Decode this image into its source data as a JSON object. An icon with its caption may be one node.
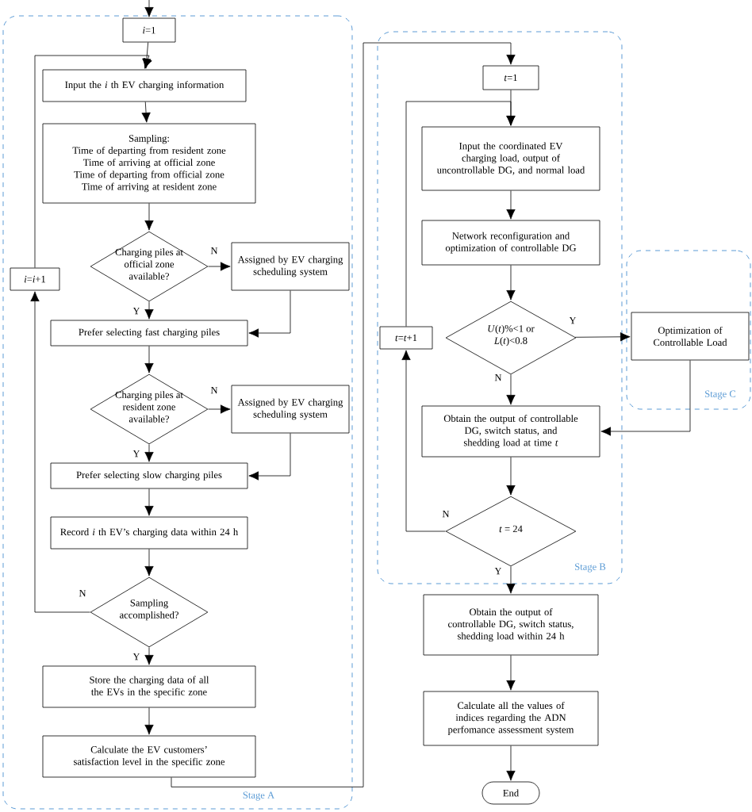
{
  "diagram": {
    "nodes": [
      {
        "text": [
          "Stage A"
        ]
      },
      {
        "text": [
          "Stage B"
        ]
      },
      {
        "text": [
          "Stage C"
        ]
      },
      {
        "text": [
          "*i*=1"
        ],
        "in": 0
      },
      {
        "text": [
          "Input the *i* th EV charging information"
        ],
        "in": 0
      },
      {
        "text": [
          "Sampling:",
          "Time of departing from resident zone",
          "Time of arriving at official zone",
          "Time of departing from official zone",
          "Time of arriving at resident zone"
        ],
        "in": 0
      },
      {
        "text": [
          "Charging piles at official zone available?"
        ],
        "in": 0
      },
      {
        "text": [
          "Assigned by EV charging scheduling system"
        ],
        "in": 0
      },
      {
        "text": [
          "Prefer selecting fast charging piles"
        ],
        "in": 0
      },
      {
        "text": [
          "Charging piles at resident zone available?"
        ],
        "in": 0
      },
      {
        "text": [
          "Assigned by EV charging scheduling system"
        ],
        "in": 0
      },
      {
        "text": [
          "Prefer selecting slow charging piles"
        ],
        "in": 0
      },
      {
        "text": [
          "Record *i* th EV’s charging data within 24 h"
        ],
        "in": 0
      },
      {
        "text": [
          "Sampling accomplished?"
        ],
        "in": 0
      },
      {
        "text": [
          "Store the charging data of all the EVs in the specific zone"
        ],
        "in": 0
      },
      {
        "text": [
          "Calculate the EV customers’ satisfaction level in the specific zone"
        ],
        "in": 0
      },
      {
        "text": [
          "*i*=*i*+1"
        ],
        "in": 0
      },
      {
        "text": [
          "*t*=1"
        ],
        "in": 1
      },
      {
        "text": [
          "Input the coordinated EV charging load, output of uncontrollable DG, and normal load"
        ],
        "in": 1
      },
      {
        "text": [
          "Network reconfiguration and optimization of controllable DG"
        ],
        "in": 1
      },
      {
        "text": [
          "*U*(*t*)%<1 or *L*(*t*)<0.8"
        ],
        "in": 1
      },
      {
        "text": [
          "Optimization of Controllable Load"
        ],
        "in": 2
      },
      {
        "text": [
          "*t*=*t*+1"
        ],
        "in": 1
      },
      {
        "text": [
          "Obtain the output of controllable DG, switch status, and shedding load at time *t*"
        ],
        "in": 1
      },
      {
        "text": [
          "*t* = 24"
        ],
        "in": 1
      },
      {
        "text": [
          "Obtain the output of controllable DG, switch status, shedding load within 24 h"
        ]
      },
      {
        "text": [
          "Calculate all the values of indices regarding the ADN perfomance assessment system"
        ]
      },
      {
        "text": [
          "End"
        ]
      }
    ],
    "edges": [
      {
        "from": null,
        "to": 3,
        "arrow": "to"
      },
      {
        "from": 3,
        "to": 4,
        "arrow": "to"
      },
      {
        "from": 16,
        "to": 4,
        "arrow": "to"
      },
      {
        "from": 4,
        "to": 5,
        "arrow": "to"
      },
      {
        "from": 5,
        "to": 6,
        "arrow": "to"
      },
      {
        "from": 6,
        "to": 7,
        "arrow": "to",
        "label": "N"
      },
      {
        "from": 6,
        "to": 8,
        "arrow": "to",
        "label": "Y"
      },
      {
        "from": 7,
        "to": 8,
        "arrow": "to"
      },
      {
        "from": 8,
        "to": 9,
        "arrow": "to"
      },
      {
        "from": 9,
        "to": 10,
        "arrow": "to",
        "label": "N"
      },
      {
        "from": 9,
        "to": 11,
        "arrow": "to",
        "label": "Y"
      },
      {
        "from": 10,
        "to": 11,
        "arrow": "to"
      },
      {
        "from": 11,
        "to": 12,
        "arrow": "to"
      },
      {
        "from": 12,
        "to": 13,
        "arrow": "to"
      },
      {
        "from": 13,
        "to": 16,
        "arrow": "to",
        "label": "N"
      },
      {
        "from": 13,
        "to": 14,
        "arrow": "to",
        "label": "Y"
      },
      {
        "from": 14,
        "to": 15,
        "arrow": "to"
      },
      {
        "from": 15,
        "to": 17,
        "arrow": "to"
      },
      {
        "from": 17,
        "to": 18,
        "arrow": "to"
      },
      {
        "from": 18,
        "to": 19,
        "arrow": "to"
      },
      {
        "from": 19,
        "to": 20,
        "arrow": "to"
      },
      {
        "from": 20,
        "to": 21,
        "arrow": "to",
        "label": "Y"
      },
      {
        "from": 20,
        "to": 23,
        "arrow": "to",
        "label": "N"
      },
      {
        "from": 21,
        "to": 23,
        "arrow": "to"
      },
      {
        "from": 23,
        "to": 24,
        "arrow": "to"
      },
      {
        "from": 24,
        "to": 22,
        "arrow": "to",
        "label": "N"
      },
      {
        "from": 22,
        "to": 18,
        "arrow": "to"
      },
      {
        "from": 24,
        "to": 25,
        "arrow": "to",
        "label": "Y"
      },
      {
        "from": 25,
        "to": 26,
        "arrow": "to"
      },
      {
        "from": 26,
        "to": 27,
        "arrow": "to"
      }
    ]
  }
}
